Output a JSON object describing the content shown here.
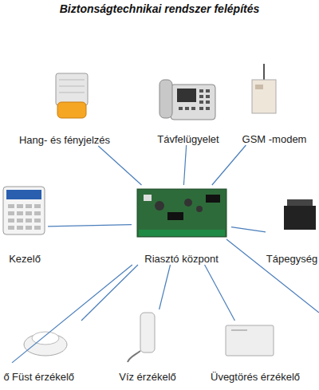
{
  "diagram": {
    "title": "Biztonságtechnikai rendszer felépítés",
    "nodes": [
      {
        "text": [
          "Hang- és fényjelzés"
        ]
      },
      {
        "text": [
          "Távfelügyelet"
        ]
      },
      {
        "text": [
          "GSM -modem"
        ]
      },
      {
        "text": [
          "Kezelő"
        ]
      },
      {
        "text": [
          "Riasztó központ"
        ]
      },
      {
        "text": [
          "Tápegység"
        ]
      },
      {
        "text": [
          "ő"
        ]
      },
      {
        "text": [
          "Füst érzékelő"
        ]
      },
      {
        "text": [
          "Víz érzékelő"
        ]
      },
      {
        "text": [
          "Üvegtörés érzékelő"
        ]
      }
    ],
    "edges": [
      {
        "from": 4,
        "to": 0,
        "arrow": "none"
      },
      {
        "from": 4,
        "to": 1,
        "arrow": "none"
      },
      {
        "from": 4,
        "to": 2,
        "arrow": "none"
      },
      {
        "from": 4,
        "to": 3,
        "arrow": "none"
      },
      {
        "from": 4,
        "to": 5,
        "arrow": "none"
      },
      {
        "from": 4,
        "to": 6,
        "arrow": "none"
      },
      {
        "from": 4,
        "to": 7,
        "arrow": "none"
      },
      {
        "from": 4,
        "to": 8,
        "arrow": "none"
      },
      {
        "from": 4,
        "to": 9,
        "arrow": "none"
      }
    ]
  }
}
